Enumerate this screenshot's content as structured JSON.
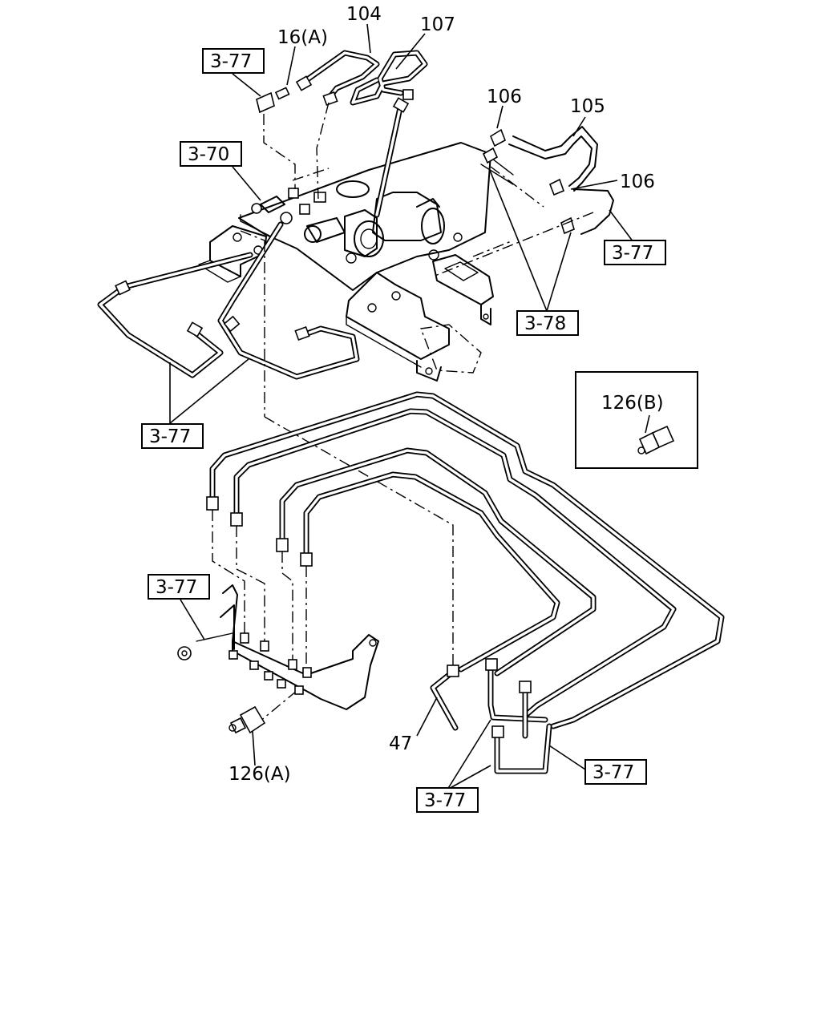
{
  "labels": {
    "p104": "104",
    "p107": "107",
    "p16a": "16(A)",
    "p106a": "106",
    "p105": "105",
    "p106b": "106",
    "p126b": "126(B)",
    "p47": "47",
    "p126a": "126(A)"
  },
  "refs": {
    "r1": "3-77",
    "r2": "3-70",
    "r3": "3-77",
    "r4": "3-78",
    "r5": "3-77",
    "r6": "3-77",
    "r7": "3-77",
    "r8": "3-77"
  }
}
